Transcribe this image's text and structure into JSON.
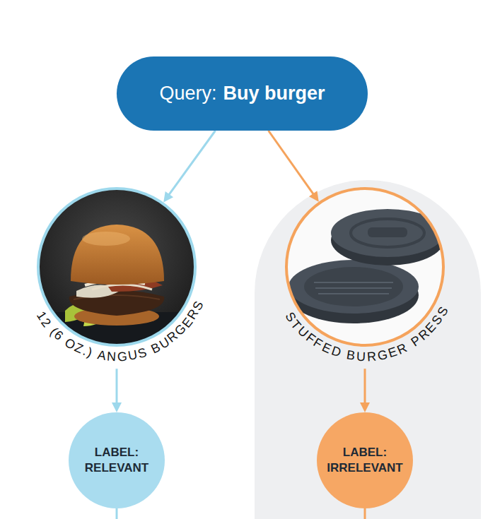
{
  "diagram": {
    "nodes": [
      {
        "text": [
          "Query:",
          "Buy burger"
        ]
      },
      {
        "text": [
          "12 (6 OZ.) ANGUS BURGERS"
        ]
      },
      {
        "text": [
          "STUFFED BURGER PRESS"
        ]
      },
      {
        "text": [
          "LABEL: RELEVANT"
        ]
      },
      {
        "text": [
          "LABEL: IRRELEVANT"
        ]
      }
    ],
    "edges": [
      {
        "from": 0,
        "to": 1,
        "arrow": "to"
      },
      {
        "from": 0,
        "to": 2,
        "arrow": "to"
      },
      {
        "from": 1,
        "to": 3,
        "arrow": "to"
      },
      {
        "from": 2,
        "to": 4,
        "arrow": "to"
      }
    ]
  }
}
